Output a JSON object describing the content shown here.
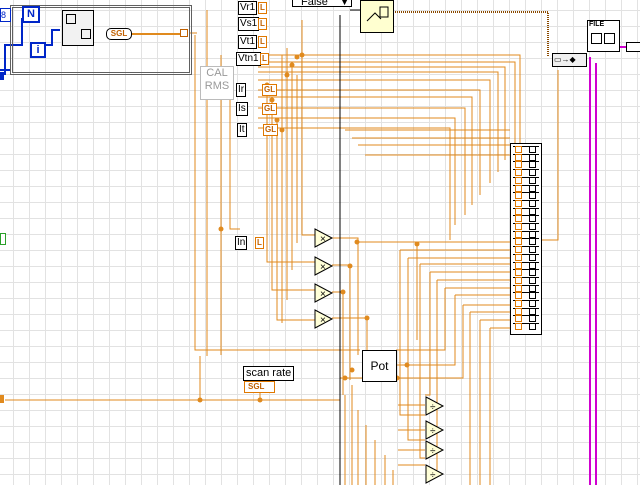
{
  "diagram": {
    "false_constant": "False",
    "n_terminal": "N",
    "i_terminal": "i",
    "sgl_conversion": "SGL",
    "cal_rms": "CAL\nRMS",
    "indicators": [
      {
        "label": "Vr1",
        "type": "L"
      },
      {
        "label": "Vs1",
        "type": "L"
      },
      {
        "label": "Vt1",
        "type": "L"
      },
      {
        "label": "Vtn1",
        "type": "L"
      },
      {
        "label": "Ir",
        "type": "GL"
      },
      {
        "label": "Is",
        "type": "GL"
      },
      {
        "label": "It",
        "type": "GL"
      },
      {
        "label": "In",
        "type": "L"
      }
    ],
    "pot_label": "Pot",
    "scan_rate": {
      "label": "scan rate",
      "type": "SGL"
    },
    "file_label": "FILE",
    "multiply_symbol": "×",
    "divide_symbol": "÷",
    "wire_color": "#e08a1e",
    "blue_wire_color": "#0026c8",
    "pink_wire_color": "#d000d0",
    "brown_wire_color": "#8a4a00"
  }
}
